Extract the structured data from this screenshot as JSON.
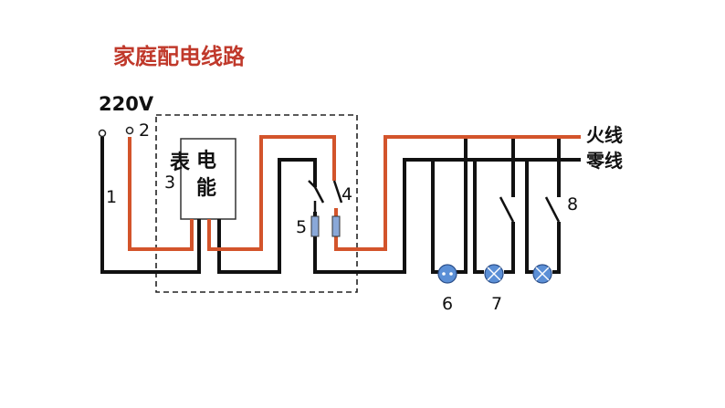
{
  "title": "家庭配电线路",
  "voltage": "220V",
  "labels": {
    "terminal_1": "1",
    "terminal_2": "2",
    "meter_3": "3",
    "switch_4": "4",
    "fuse_5": "5",
    "socket_6": "6",
    "lamp_7": "7",
    "lamp_8": "8"
  },
  "meter": {
    "line1": "表",
    "line2a": "电",
    "line2b": "能"
  },
  "wires": {
    "live": "火线",
    "neutral": "零线"
  },
  "colors": {
    "title": "#c0392b",
    "live_wire": "#d3542b",
    "neutral_wire": "#111111",
    "component_fill": "#5b8fd6",
    "fuse_fill": "#8aa8d8"
  }
}
